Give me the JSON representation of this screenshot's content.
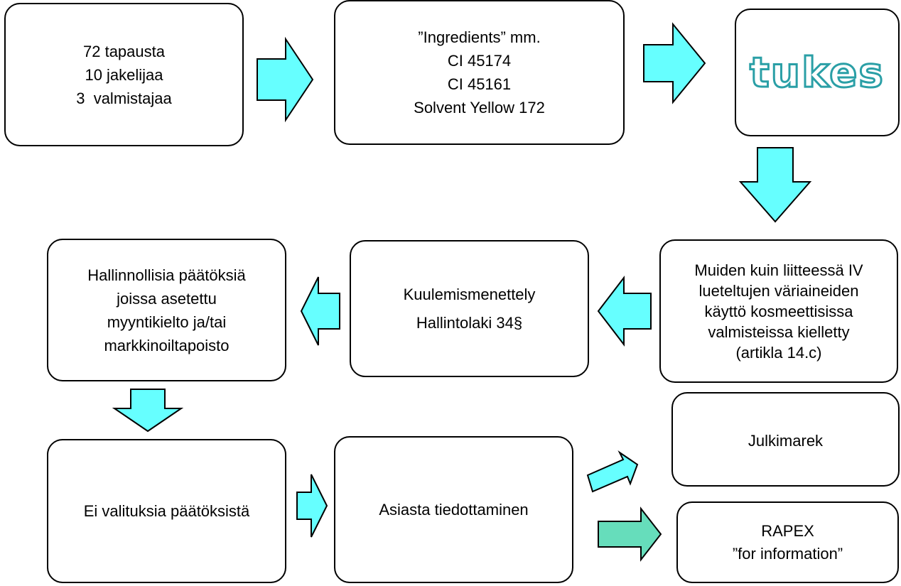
{
  "colors": {
    "arrow_fill": "#66ffff",
    "arrow_fill_green": "#66ddbb",
    "arrow_stroke": "#000000",
    "box_border": "#000000",
    "logo": "#2a9fa6"
  },
  "boxes": {
    "cases": [
      "72 tapausta",
      "10 jakelijaa",
      "3  valmistajaa"
    ],
    "ingredients": [
      "”Ingredients” mm.",
      "CI 45174",
      "CI 45161",
      "Solvent Yellow 172"
    ],
    "logo": {
      "text": "tukes"
    },
    "ban": [
      "Muiden kuin liitteessä IV",
      "lueteltujen väriaineiden",
      "käyttö kosmeettisissa",
      "valmisteissa kielletty",
      "(artikla 14.c)"
    ],
    "hearing": [
      "Kuulemismenettely",
      "Hallintolaki 34§"
    ],
    "decisions": [
      "Hallinnollisia päätöksiä",
      "joissa asetettu",
      "myyntikielto ja/tai",
      "markkinoiltapoisto"
    ],
    "no_appeals": [
      "Ei valituksia päätöksistä"
    ],
    "informing": [
      "Asiasta tiedottaminen"
    ],
    "julkimarek": [
      "Julkimarek"
    ],
    "rapex": [
      "RAPEX",
      "”for information”"
    ]
  },
  "arrows": [
    {
      "from": "cases",
      "to": "ingredients",
      "direction": "right"
    },
    {
      "from": "ingredients",
      "to": "logo",
      "direction": "right"
    },
    {
      "from": "logo",
      "to": "ban",
      "direction": "down"
    },
    {
      "from": "ban",
      "to": "hearing",
      "direction": "left"
    },
    {
      "from": "hearing",
      "to": "decisions",
      "direction": "left"
    },
    {
      "from": "decisions",
      "to": "no_appeals",
      "direction": "down"
    },
    {
      "from": "no_appeals",
      "to": "informing",
      "direction": "right"
    },
    {
      "from": "informing",
      "to": "julkimarek",
      "direction": "up-right"
    },
    {
      "from": "informing",
      "to": "rapex",
      "direction": "right"
    }
  ]
}
